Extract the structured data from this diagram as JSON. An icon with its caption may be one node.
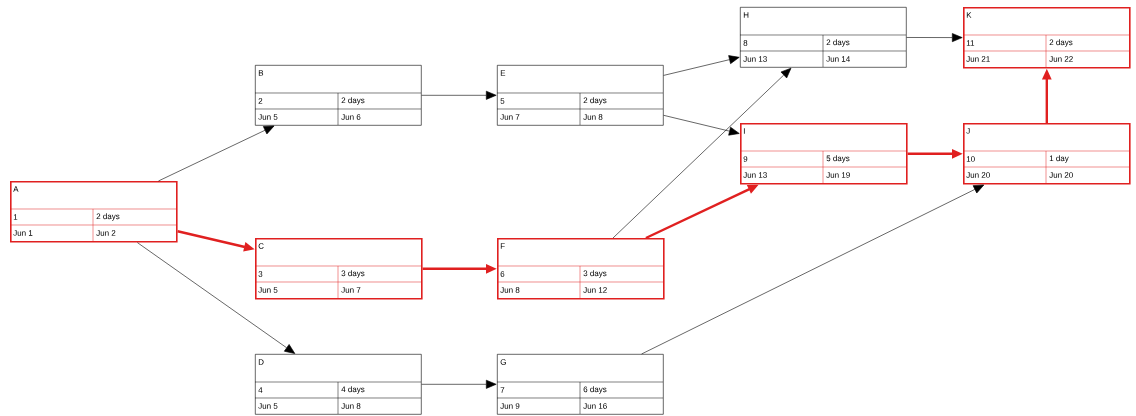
{
  "diagram": {
    "nodes": [
      {
        "text": [
          "A",
          "1",
          "2 days",
          "Jun 1",
          "Jun 2"
        ]
      },
      {
        "text": [
          "B",
          "2",
          "2 days",
          "Jun 5",
          "Jun 6"
        ]
      },
      {
        "text": [
          "C",
          "3",
          "3 days",
          "Jun 5",
          "Jun 7"
        ]
      },
      {
        "text": [
          "D",
          "4",
          "4 days",
          "Jun 5",
          "Jun 8"
        ]
      },
      {
        "text": [
          "E",
          "5",
          "2 days",
          "Jun 7",
          "Jun 8"
        ]
      },
      {
        "text": [
          "F",
          "6",
          "3 days",
          "Jun 8",
          "Jun 12"
        ]
      },
      {
        "text": [
          "G",
          "7",
          "6 days",
          "Jun 9",
          "Jun 16"
        ]
      },
      {
        "text": [
          "H",
          "8",
          "2 days",
          "Jun 13",
          "Jun 14"
        ]
      },
      {
        "text": [
          "I",
          "9",
          "5 days",
          "Jun 13",
          "Jun 19"
        ]
      },
      {
        "text": [
          "J",
          "10",
          "1 day",
          "Jun 20",
          "Jun 20"
        ]
      },
      {
        "text": [
          "K",
          "11",
          "2 days",
          "Jun 21",
          "Jun 22"
        ]
      }
    ],
    "edges": [
      {
        "from": 0,
        "to": 1,
        "arrow": "to"
      },
      {
        "from": 0,
        "to": 2,
        "arrow": "to",
        "style": "thick",
        "color": "#e02020"
      },
      {
        "from": 0,
        "to": 3,
        "arrow": "to"
      },
      {
        "from": 1,
        "to": 4,
        "arrow": "to"
      },
      {
        "from": 2,
        "to": 5,
        "arrow": "to",
        "style": "thick",
        "color": "#e02020"
      },
      {
        "from": 3,
        "to": 6,
        "arrow": "to"
      },
      {
        "from": 4,
        "to": 7,
        "arrow": "to"
      },
      {
        "from": 4,
        "to": 8,
        "arrow": "to"
      },
      {
        "from": 5,
        "to": 7,
        "arrow": "to"
      },
      {
        "from": 5,
        "to": 8,
        "arrow": "to",
        "style": "thick",
        "color": "#e02020"
      },
      {
        "from": 6,
        "to": 9,
        "arrow": "to"
      },
      {
        "from": 7,
        "to": 10,
        "arrow": "to"
      },
      {
        "from": 8,
        "to": 9,
        "arrow": "to",
        "style": "thick",
        "color": "#e02020"
      },
      {
        "from": 9,
        "to": 10,
        "arrow": "to",
        "style": "thick",
        "color": "#e02020"
      }
    ]
  }
}
